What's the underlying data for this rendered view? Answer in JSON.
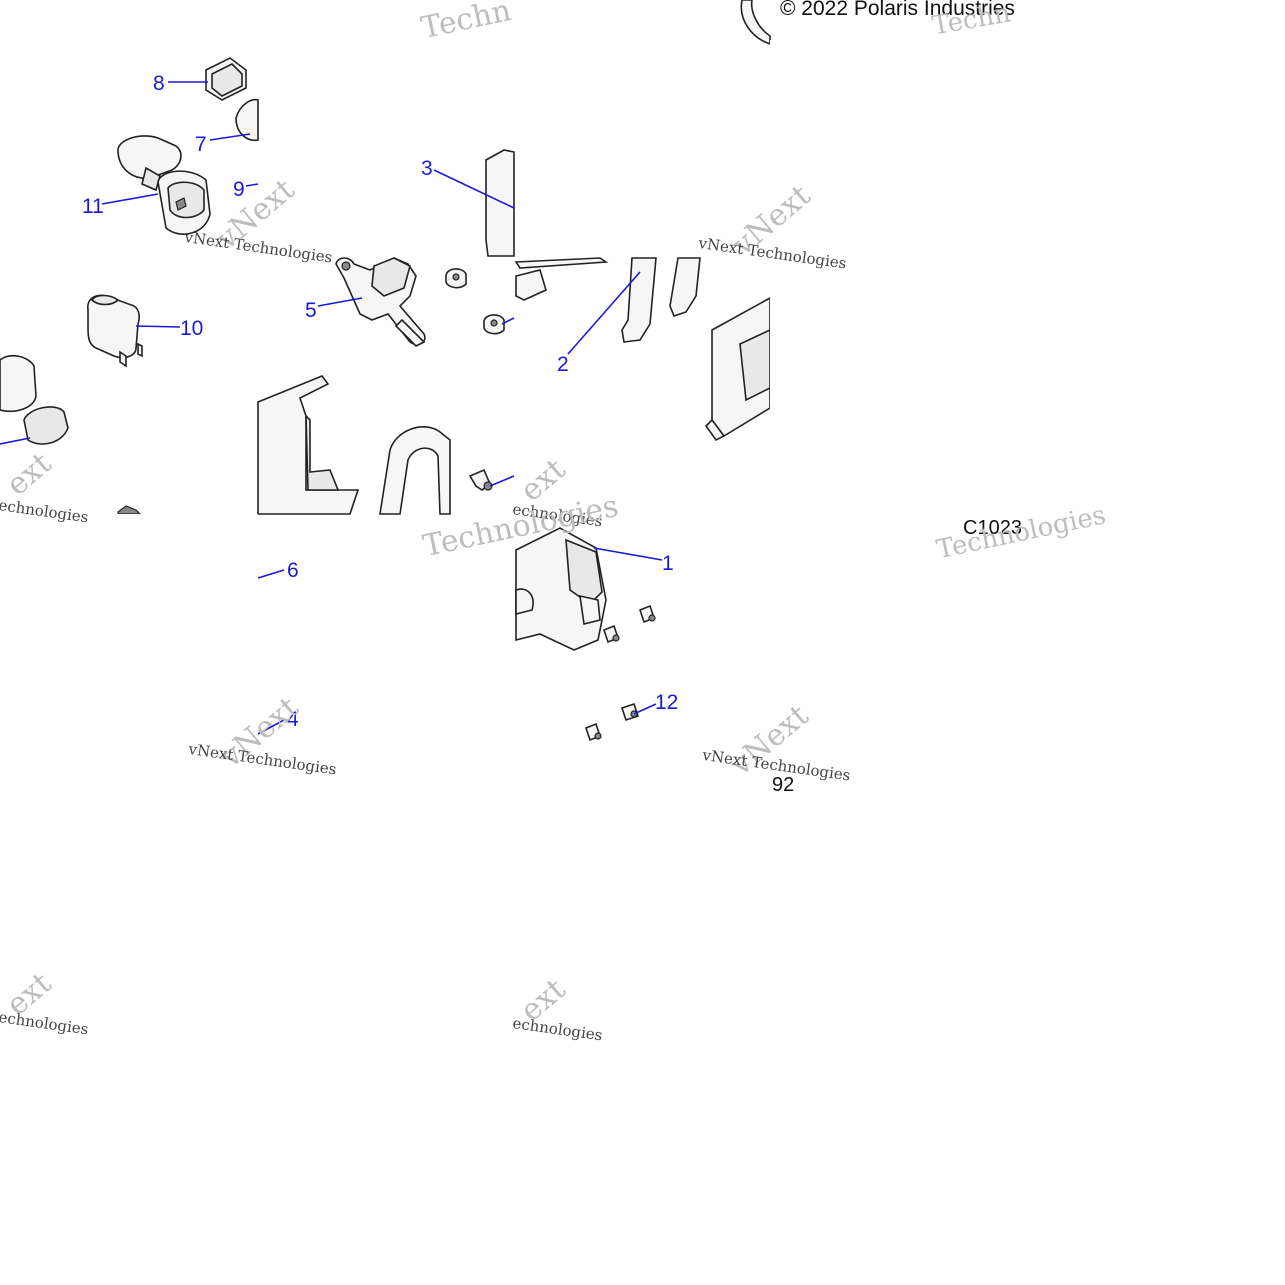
{
  "copyright": "© 2022 Polaris Industries",
  "drawing_code": "C1023",
  "drawing_code_fragment": "92",
  "callouts": [
    {
      "id": "c1",
      "label": "1"
    },
    {
      "id": "c2",
      "label": "2"
    },
    {
      "id": "c3",
      "label": "3"
    },
    {
      "id": "c4",
      "label": "4"
    },
    {
      "id": "c5",
      "label": "5"
    },
    {
      "id": "c6",
      "label": "6"
    },
    {
      "id": "c7",
      "label": "7"
    },
    {
      "id": "c8",
      "label": "8"
    },
    {
      "id": "c9",
      "label": "9"
    },
    {
      "id": "c10",
      "label": "10"
    },
    {
      "id": "c11",
      "label": "11"
    },
    {
      "id": "c12",
      "label": "12"
    }
  ],
  "watermarks": {
    "technologies": "Technologies",
    "vnext": "vNext",
    "vnext_tech": "vNext Technologies",
    "fragment_techn": "Techn",
    "fragment_ext": "ext",
    "fragment_echno": "echnologies"
  },
  "colors": {
    "callout": "#1a1ad6",
    "line_art": "#222222",
    "watermark": "#bdbdbd"
  }
}
